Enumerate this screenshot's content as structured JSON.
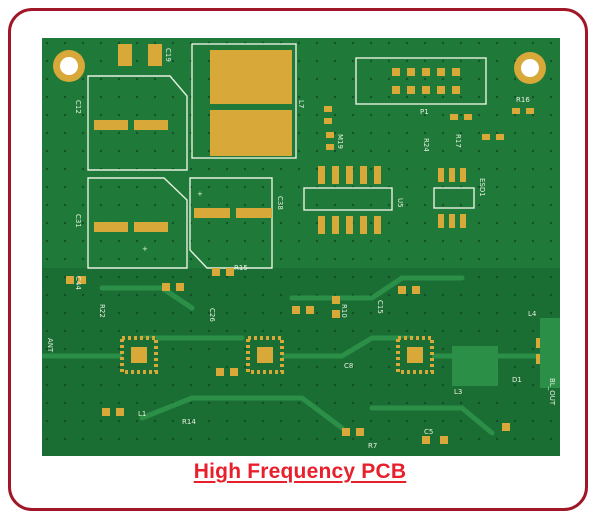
{
  "caption": "High Frequency PCB",
  "colors": {
    "frame": "#a01828",
    "caption": "#e8202c",
    "board": "#1f7a3a",
    "pad": "#d8a838",
    "silkscreen": "#e8f0e0"
  },
  "board_labels": {
    "ant": "ANT",
    "bl_out": "BL_OUT",
    "c19": "C19",
    "c12": "C12",
    "c31": "C31",
    "c38": "C38",
    "l7": "L7",
    "p1": "P1",
    "u5": "U5",
    "esd1": "ESD1",
    "r15": "R15",
    "r22": "R22",
    "r10": "R10",
    "c15": "C15",
    "r16": "R16",
    "r17": "R17",
    "r24": "R24",
    "m19": "M19",
    "l4": "L4",
    "l3": "L3",
    "d1": "D1",
    "r7": "R7",
    "c8": "C8",
    "l1": "L1",
    "c5": "C5",
    "c26": "C26",
    "c44": "C44",
    "r14": "R14"
  }
}
